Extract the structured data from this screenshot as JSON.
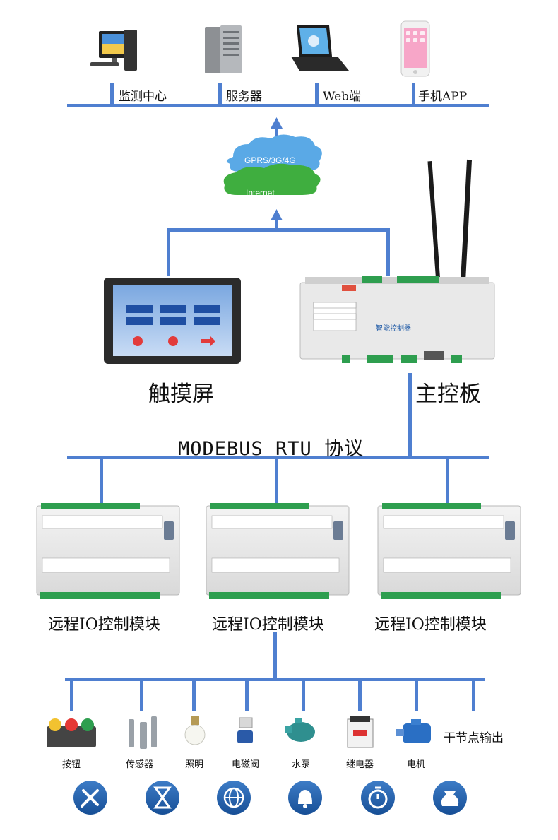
{
  "top_clients": [
    {
      "label": "监测中心",
      "icon": "desktop-pc-icon"
    },
    {
      "label": "服务器",
      "icon": "server-tower-icon"
    },
    {
      "label": "Web端",
      "icon": "laptop-icon"
    },
    {
      "label": "手机APP",
      "icon": "smartphone-icon"
    }
  ],
  "network": {
    "cloud_top": "GPRS/3G/4G",
    "cloud_bottom": "Internet"
  },
  "touchscreen": {
    "label": "触摸屏"
  },
  "main_board": {
    "label": "主控板",
    "panel_title": "智能控制器"
  },
  "protocol": {
    "label": "MODEBUS RTU 协议"
  },
  "io_modules": [
    {
      "label": "远程IO控制模块"
    },
    {
      "label": "远程IO控制模块"
    },
    {
      "label": "远程IO控制模块"
    }
  ],
  "field_devices": [
    {
      "label": "按钮",
      "icon": "push-button-icon"
    },
    {
      "label": "传感器",
      "icon": "sensor-icon"
    },
    {
      "label": "照明",
      "icon": "light-bulb-icon"
    },
    {
      "label": "电磁阀",
      "icon": "solenoid-valve-icon"
    },
    {
      "label": "水泵",
      "icon": "water-pump-icon"
    },
    {
      "label": "继电器",
      "icon": "relay-icon"
    },
    {
      "label": "电机",
      "icon": "motor-icon"
    }
  ],
  "dry_contact": {
    "label": "干节点输出"
  },
  "bottom_icons": [
    "tools-icon",
    "hourglass-icon",
    "globe-icon",
    "bell-icon",
    "stopwatch-icon",
    "money-bag-icon"
  ],
  "colors": {
    "line": "#4f7fd0",
    "line_dark": "#2f5fb8",
    "badge": "#1f5aa6",
    "cloud_blue": "#5aa9e6",
    "cloud_green": "#3fae3f"
  }
}
